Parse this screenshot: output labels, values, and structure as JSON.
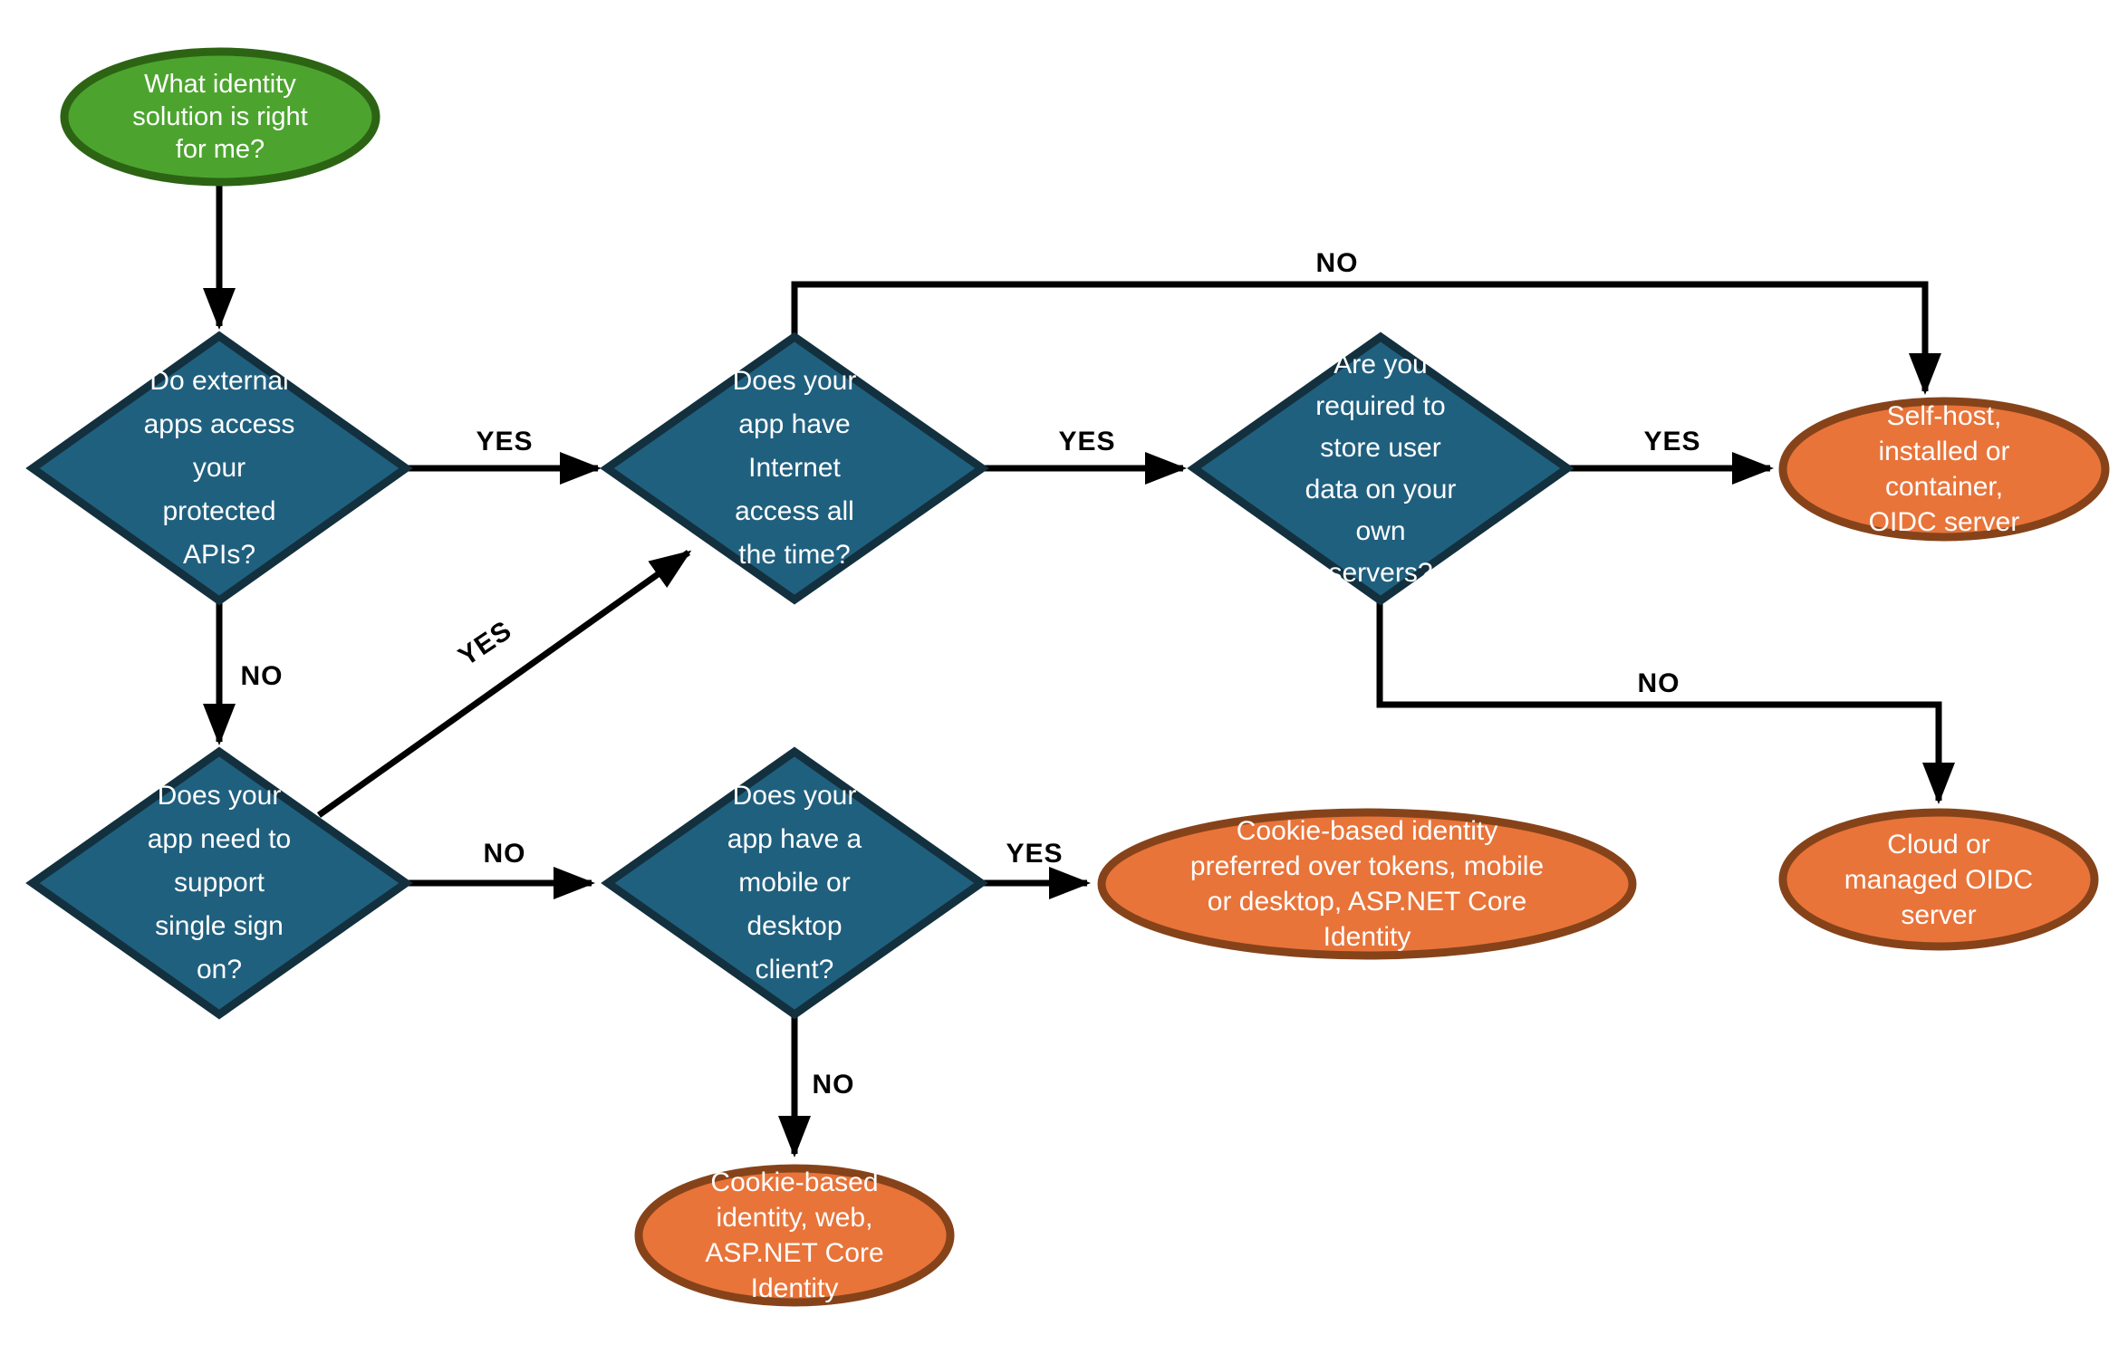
{
  "colors": {
    "canvas_bg": "#FFFFFF",
    "decision_fill": "#20607F",
    "decision_border": "#13303F",
    "result_fill": "#E8743A",
    "result_border": "#86431A",
    "start_fill": "#4CA42F",
    "start_border": "#2D6414",
    "connector": "#000000",
    "node_text": "#FFFFFF",
    "label_text": "#000000"
  },
  "nodes": {
    "start": {
      "text": "What identity\nsolution is right\nfor me?"
    },
    "external_apis": {
      "text": "Do external\napps access\nyour\nprotected\nAPIs?"
    },
    "internet_access": {
      "text": "Does your\napp have\nInternet\naccess all\nthe time?"
    },
    "store_user_data": {
      "text": "Are you\nrequired to\nstore user\ndata on your\nown\nservers?"
    },
    "single_sign_on": {
      "text": "Does your\napp need to\nsupport\nsingle sign\non?"
    },
    "mobile_desktop": {
      "text": "Does your\napp have a\nmobile or\ndesktop\nclient?"
    },
    "self_host": {
      "text": "Self-host,\ninstalled or\ncontainer,\nOIDC server"
    },
    "cloud_managed": {
      "text": "Cloud or\nmanaged OIDC\nserver"
    },
    "cookie_preferred": {
      "text": "Cookie-based identity\npreferred over tokens, mobile\nor desktop, ASP.NET Core\nIdentity"
    },
    "cookie_web": {
      "text": "Cookie-based\nidentity, web,\nASP.NET Core\nIdentity"
    }
  },
  "edge_labels": {
    "external_yes": "YES",
    "external_no": "NO",
    "internet_yes": "YES",
    "internet_no": "NO",
    "store_yes": "YES",
    "store_no": "NO",
    "sso_yes": "YES",
    "sso_no": "NO",
    "mobile_yes": "YES",
    "mobile_no": "NO"
  }
}
